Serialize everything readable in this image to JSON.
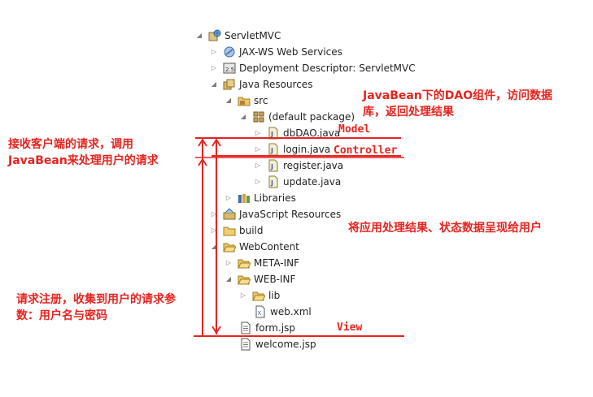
{
  "tree": {
    "project": "ServletMVC",
    "jaxws": "JAX-WS Web Services",
    "deployment": "Deployment Descriptor: ServletMVC",
    "java_resources": "Java Resources",
    "src": "src",
    "default_package": "(default package)",
    "files": {
      "dbdao": "dbDAO.java",
      "login": "login.java",
      "register": "register.java",
      "update": "update.java"
    },
    "libraries": "Libraries",
    "js_resources": "JavaScript Resources",
    "build": "build",
    "webcontent": "WebContent",
    "meta_inf": "META-INF",
    "web_inf": "WEB-INF",
    "lib": "lib",
    "web_xml": "web.xml",
    "form_jsp": "form.jsp",
    "welcome_jsp": "welcome.jsp"
  },
  "annotations": {
    "model": "Model",
    "controller": "Controller",
    "view": "View",
    "dao_note_line1": "JavaBean下的DAO组件，访问数据",
    "dao_note_line2": "库，返回处理结果",
    "controller_note_line1": "接收客户端的请求，调用",
    "controller_note_line2": "JavaBean来处理用户的请求",
    "view_note": "将应用处理结果、状态数据呈现给用户",
    "request_note_line1": "请求注册，收集到用户的请求参",
    "request_note_line2": "数：用户名与密码"
  },
  "colors": {
    "annotation_red": "#e6241f"
  }
}
